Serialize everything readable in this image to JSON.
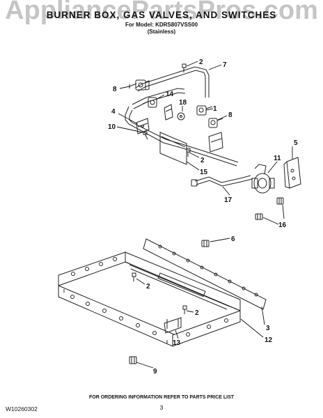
{
  "header": {
    "watermark": "AppliancePartsPros.com",
    "title": "BURNER BOX, GAS VALVES, AND SWITCHES",
    "model_line": "For Model: KDRS807VSS00",
    "finish_line": "(Stainless)"
  },
  "callouts": [
    {
      "id": "c2a",
      "label": "2"
    },
    {
      "id": "c7",
      "label": "7"
    },
    {
      "id": "c8a",
      "label": "8"
    },
    {
      "id": "c14",
      "label": "14"
    },
    {
      "id": "c18",
      "label": "18"
    },
    {
      "id": "c1",
      "label": "1"
    },
    {
      "id": "c8b",
      "label": "8"
    },
    {
      "id": "c4",
      "label": "4"
    },
    {
      "id": "c10",
      "label": "10"
    },
    {
      "id": "c2b",
      "label": "2"
    },
    {
      "id": "c15",
      "label": "15"
    },
    {
      "id": "c5",
      "label": "5"
    },
    {
      "id": "c11",
      "label": "11"
    },
    {
      "id": "c17",
      "label": "17"
    },
    {
      "id": "c16",
      "label": "16"
    },
    {
      "id": "c6",
      "label": "6"
    },
    {
      "id": "c2c",
      "label": "2"
    },
    {
      "id": "c2d",
      "label": "2"
    },
    {
      "id": "c3",
      "label": "3"
    },
    {
      "id": "c13",
      "label": "13"
    },
    {
      "id": "c12",
      "label": "12"
    },
    {
      "id": "c9",
      "label": "9"
    }
  ],
  "footer": {
    "doc_number": "W10260302",
    "ordering_note": "FOR ORDERING INFORMATION REFER TO PARTS PRICE LIST",
    "page_number": "3"
  }
}
